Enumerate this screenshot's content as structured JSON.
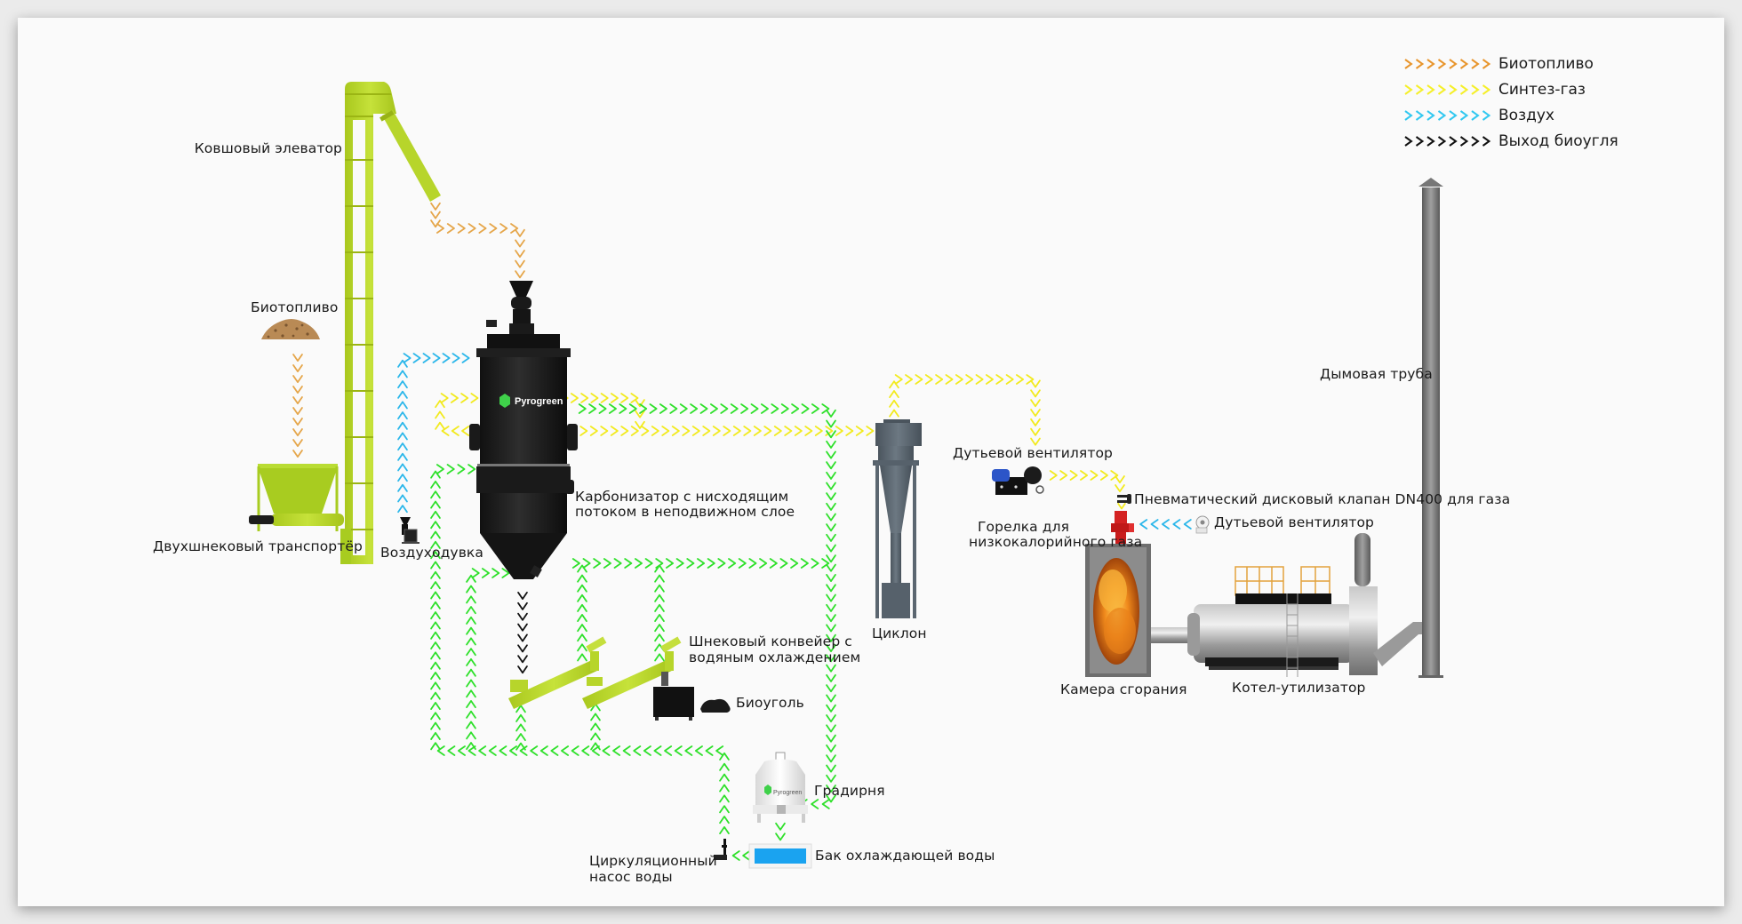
{
  "legend": [
    {
      "label": "Биотопливо",
      "color": "#e8952c",
      "flow": "biofuel"
    },
    {
      "label": "Синтез-газ",
      "color": "#f5ef2a",
      "flow": "syngas"
    },
    {
      "label": "Воздух",
      "color": "#32c8f0",
      "flow": "air"
    },
    {
      "label": "Выход биоугля",
      "color": "#111111",
      "flow": "biochar"
    }
  ],
  "flow_colors": {
    "biofuel": "#e5a64a",
    "syngas": "#f2ea1e",
    "air": "#2bb7ea",
    "biochar": "#111111",
    "water": "#2ee02a"
  },
  "equipment_colors": {
    "elevator": "#b8d62a",
    "carbonizer": "#1c1c1c",
    "cyclone": "#56616b",
    "chimney": "#808080",
    "burner": "#d42222",
    "tank_water": "#1aa3f0"
  },
  "labels": {
    "bucket_elevator": "Ковшовый элеватор",
    "biofuel": "Биотопливо",
    "twin_screw_conveyor": "Двухшнековый транспортёр",
    "air_blower": "Воздуходувка",
    "carbonizer_line1": "Карбонизатор с нисходящим",
    "carbonizer_line2": "потоком в неподвижном слое",
    "screw_conveyor_line1": "Шнековый конвейер с",
    "screw_conveyor_line2": "водяным охлаждением",
    "biochar": "Биоуголь",
    "cooling_tower": "Градирня",
    "cooling_tank": "Бак охлаждающей воды",
    "pump_line1": "Циркуляционный",
    "pump_line2": "насос воды",
    "cyclone": "Циклон",
    "blower_fan_1": "Дутьевой вентилятор",
    "valve": "Пневматический дисковый клапан DN400 для газа",
    "blower_fan_2": "Дутьевой вентилятор",
    "burner_line1": "Горелка для",
    "burner_line2": "низкокалорийного газа",
    "combustion_chamber": "Камера сгорания",
    "waste_heat_boiler": "Котел-утилизатор",
    "chimney": "Дымовая труба"
  },
  "brand": "Pyrogreen"
}
